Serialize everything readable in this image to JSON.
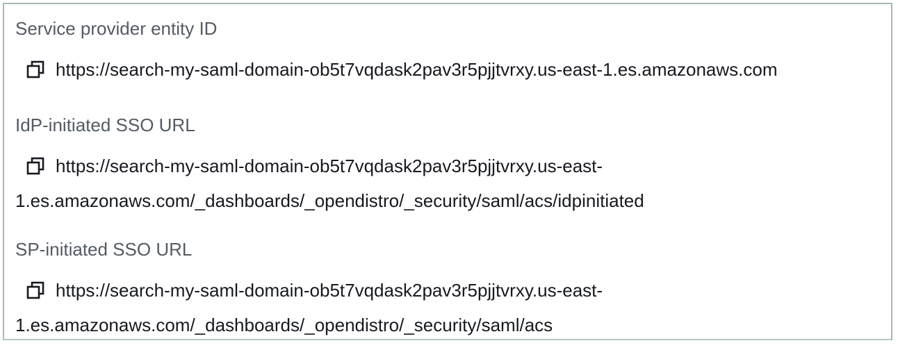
{
  "fields": [
    {
      "label": "Service provider entity ID",
      "value_line1": "https://search-my-saml-domain-ob5t7vqdask2pav3r5pjjtvrxy.us-east-1.es.amazonaws.com",
      "value_line2": "",
      "copy_icon": "copy-icon"
    },
    {
      "label": "IdP-initiated SSO URL",
      "value_line1": "https://search-my-saml-domain-ob5t7vqdask2pav3r5pjjtvrxy.us-east-",
      "value_line2": "1.es.amazonaws.com/_dashboards/_opendistro/_security/saml/acs/idpinitiated",
      "copy_icon": "copy-icon"
    },
    {
      "label": "SP-initiated SSO URL",
      "value_line1": "https://search-my-saml-domain-ob5t7vqdask2pav3r5pjjtvrxy.us-east-",
      "value_line2": "1.es.amazonaws.com/_dashboards/_opendistro/_security/saml/acs",
      "copy_icon": "copy-icon"
    }
  ],
  "colors": {
    "label": "#545b64",
    "value": "#16191f",
    "border": "#aab7b8"
  }
}
